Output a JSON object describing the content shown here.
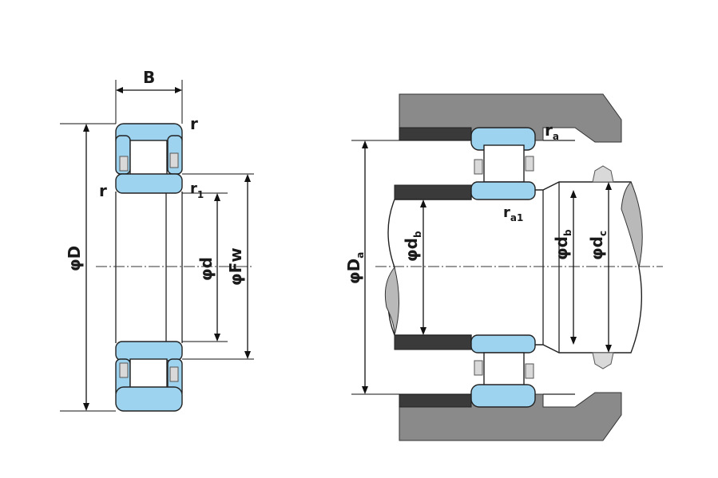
{
  "left_view": {
    "label_B": "B",
    "label_r_top": "r",
    "label_r_left": "r",
    "label_r1": "r",
    "label_r1_sub": "1",
    "label_phiD": "φD",
    "label_phid": "φd",
    "label_phiFw": "φFw"
  },
  "right_view": {
    "label_ra": "r",
    "label_ra_sub": "a",
    "label_ra1": "r",
    "label_ra1_sub": "a1",
    "label_phiDa": "φD",
    "label_phiDa_sub": "a",
    "label_phidb_left": "φd",
    "label_phidb_left_sub": "b",
    "label_phidb_right": "φd",
    "label_phidb_right_sub": "b",
    "label_phidc": "φd",
    "label_phidc_sub": "c"
  },
  "colors": {
    "ring_fill": "#9ed3ef",
    "housing_fill": "#8a8a8a",
    "spacer_fill": "#3a3a3a"
  }
}
